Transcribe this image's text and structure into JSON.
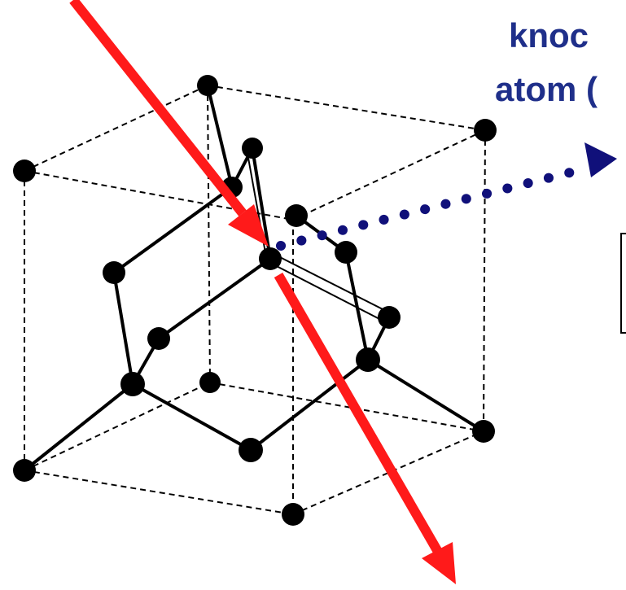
{
  "label": {
    "line1": "knoc",
    "line2": "atom (",
    "color": "#1f2f8a"
  },
  "colors": {
    "lattice": "#000000",
    "incident_particle": "#ff1a1a",
    "knockon_path": "#10107a",
    "box_border": "#000000"
  },
  "icons": {
    "incident_particle": "red-arrow",
    "knockon_path": "dotted-arrow",
    "atoms": "black-circles"
  }
}
